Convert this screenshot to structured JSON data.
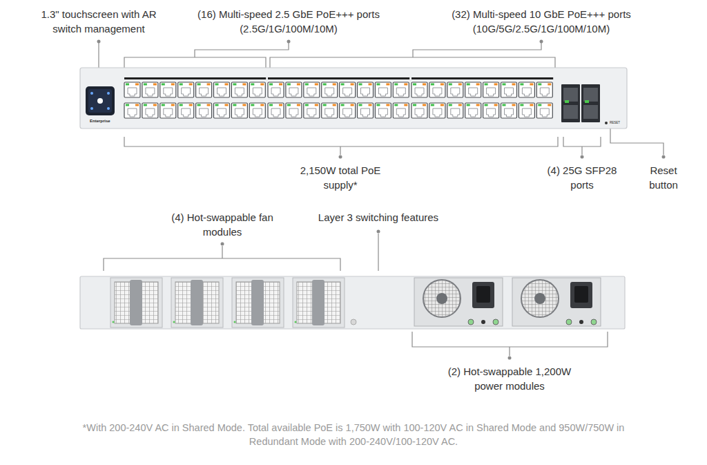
{
  "diagram": {
    "caption": "*With 200-240V AC in Shared Mode. Total available PoE is 1,750W with 100-120V AC in Shared Mode and 950W/750W in Redundant Mode with 200-240V/100-120V AC.",
    "labels": [
      "1.3\" touchscreen with AR switch management",
      "(16) Multi-speed 2.5 GbE PoE+++ ports (2.5G/1G/100M/10M)",
      "(32) Multi-speed 10 GbE PoE+++ ports (10G/5G/2.5G/1G/100M/10M)",
      "2,150W total PoE supply*",
      "(4) 25G SFP28 ports",
      "Reset button",
      "(4) Hot-swappable fan modules",
      "Layer 3 switching features",
      "(2) Hot-swappable 1,200W power modules",
      "Enterprise",
      "RESET"
    ]
  }
}
